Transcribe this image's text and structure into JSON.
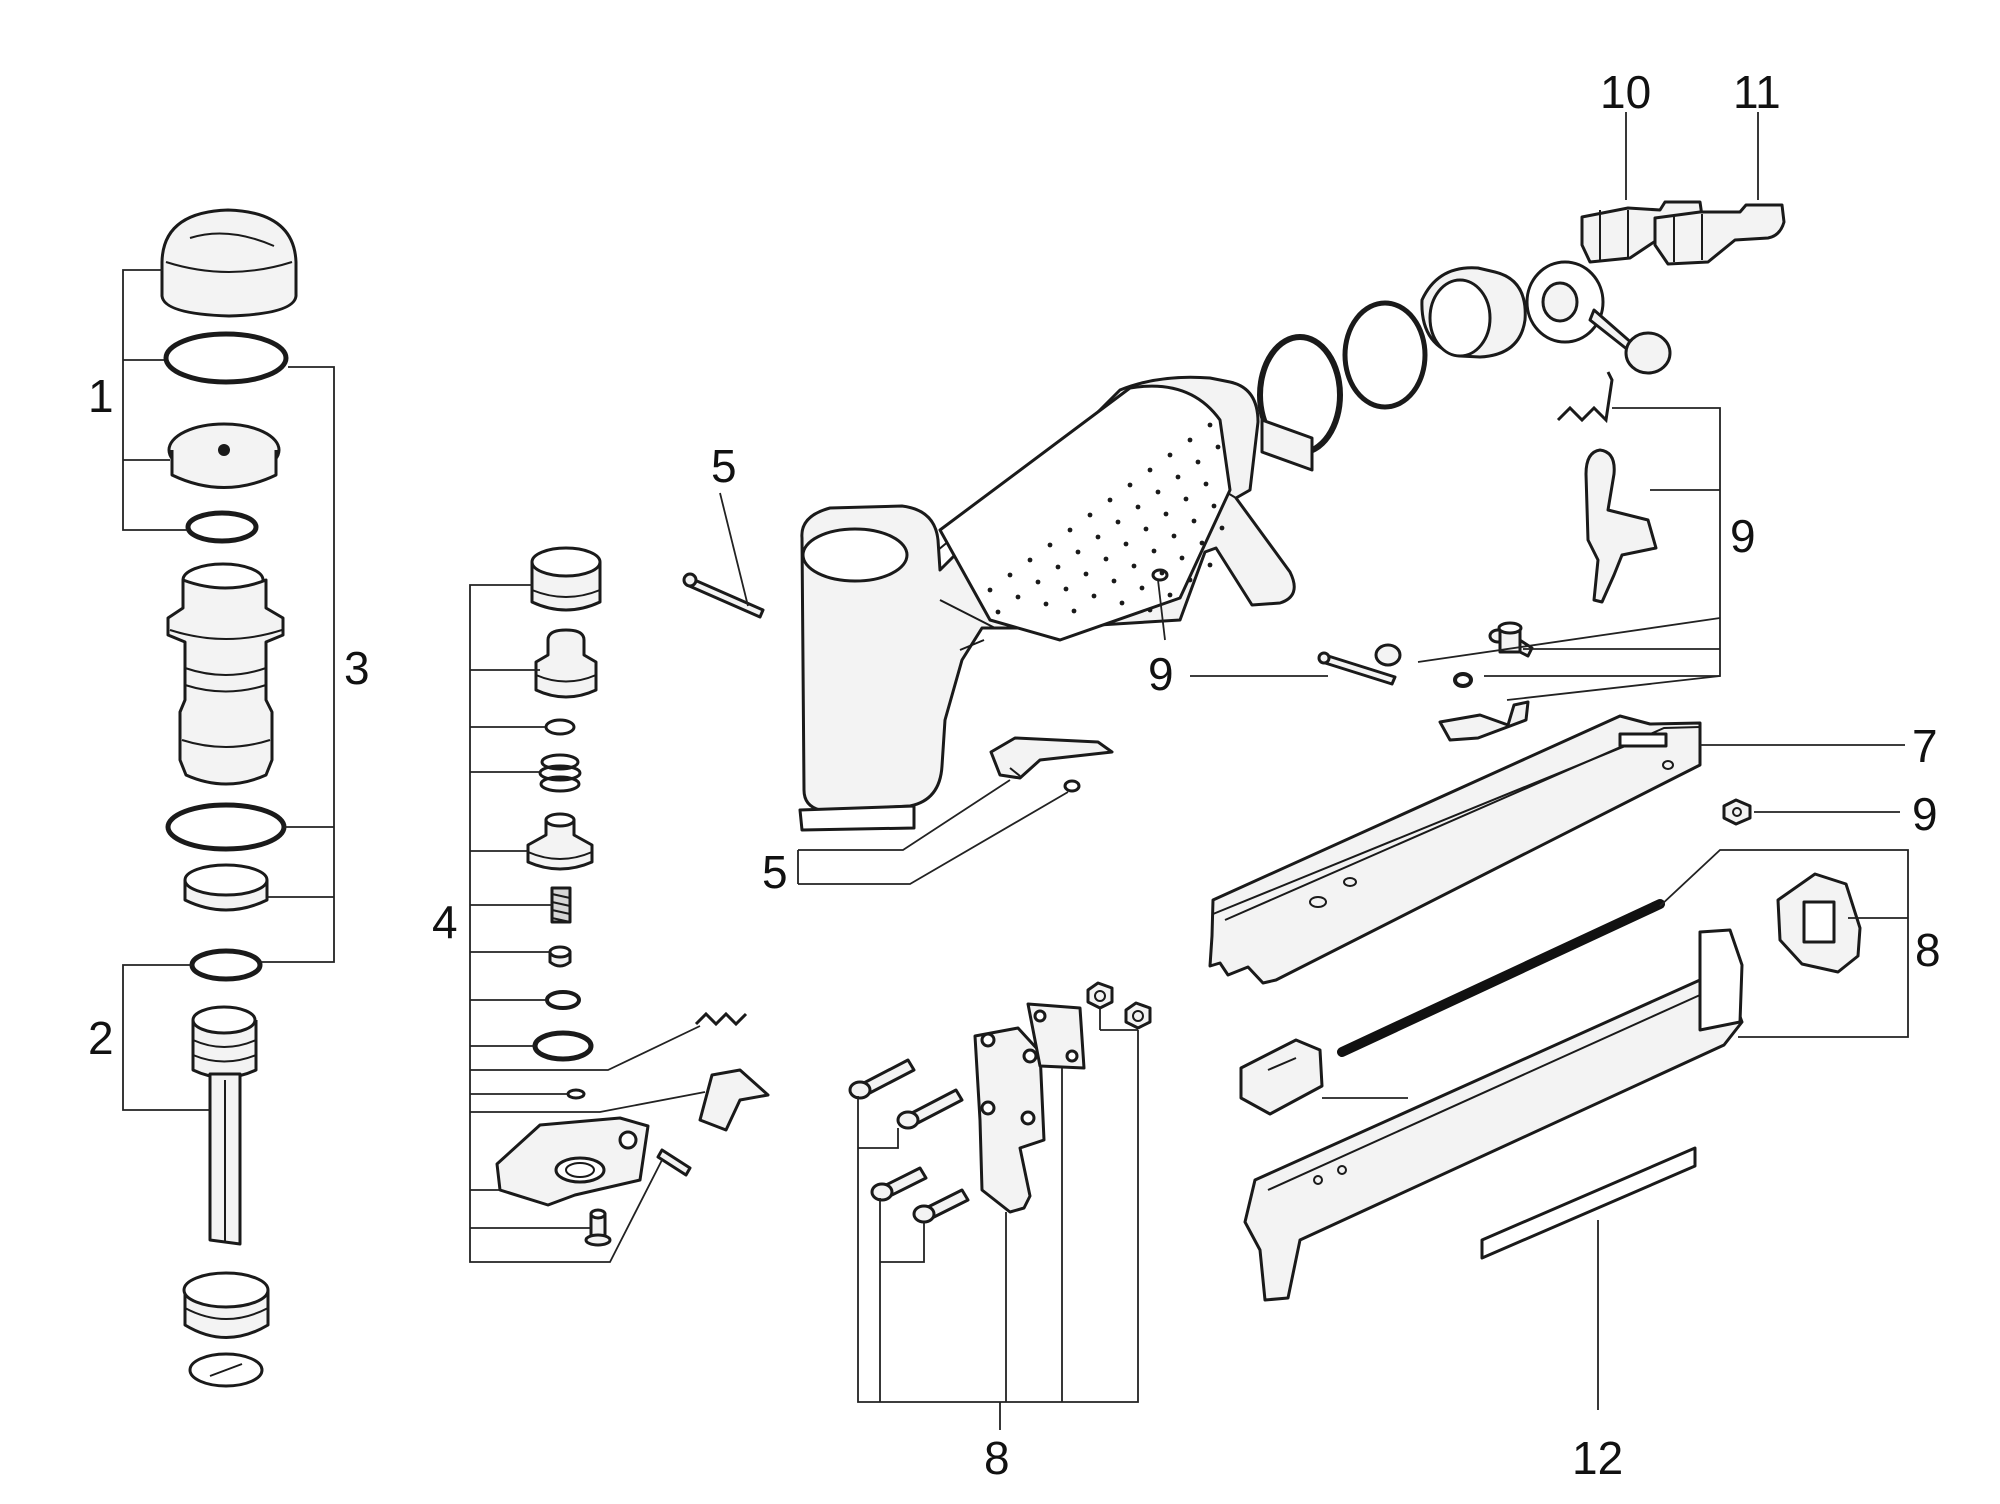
{
  "diagram": {
    "callouts": [
      {
        "id": "c1",
        "text": "1"
      },
      {
        "id": "c2",
        "text": "2"
      },
      {
        "id": "c3",
        "text": "3"
      },
      {
        "id": "c4",
        "text": "4"
      },
      {
        "id": "c5a",
        "text": "5"
      },
      {
        "id": "c5b",
        "text": "5"
      },
      {
        "id": "c7",
        "text": "7"
      },
      {
        "id": "c8a",
        "text": "8"
      },
      {
        "id": "c8b",
        "text": "8"
      },
      {
        "id": "c9a",
        "text": "9"
      },
      {
        "id": "c9b",
        "text": "9"
      },
      {
        "id": "c9c",
        "text": "9"
      },
      {
        "id": "c10",
        "text": "10"
      },
      {
        "id": "c11",
        "text": "11"
      },
      {
        "id": "c12",
        "text": "12"
      }
    ]
  }
}
